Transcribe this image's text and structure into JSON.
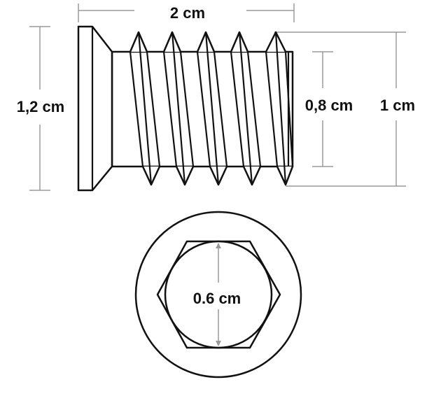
{
  "diagram": {
    "labels": {
      "total_length": "2 cm",
      "head_diameter": "1,2 cm",
      "core_diameter": "0,8 cm",
      "outer_diameter": "1 cm",
      "hex_size": "0.6 cm"
    },
    "colors": {
      "outline": "#111111",
      "dimension_lines": "#9a9a9a",
      "background": "#ffffff"
    }
  }
}
